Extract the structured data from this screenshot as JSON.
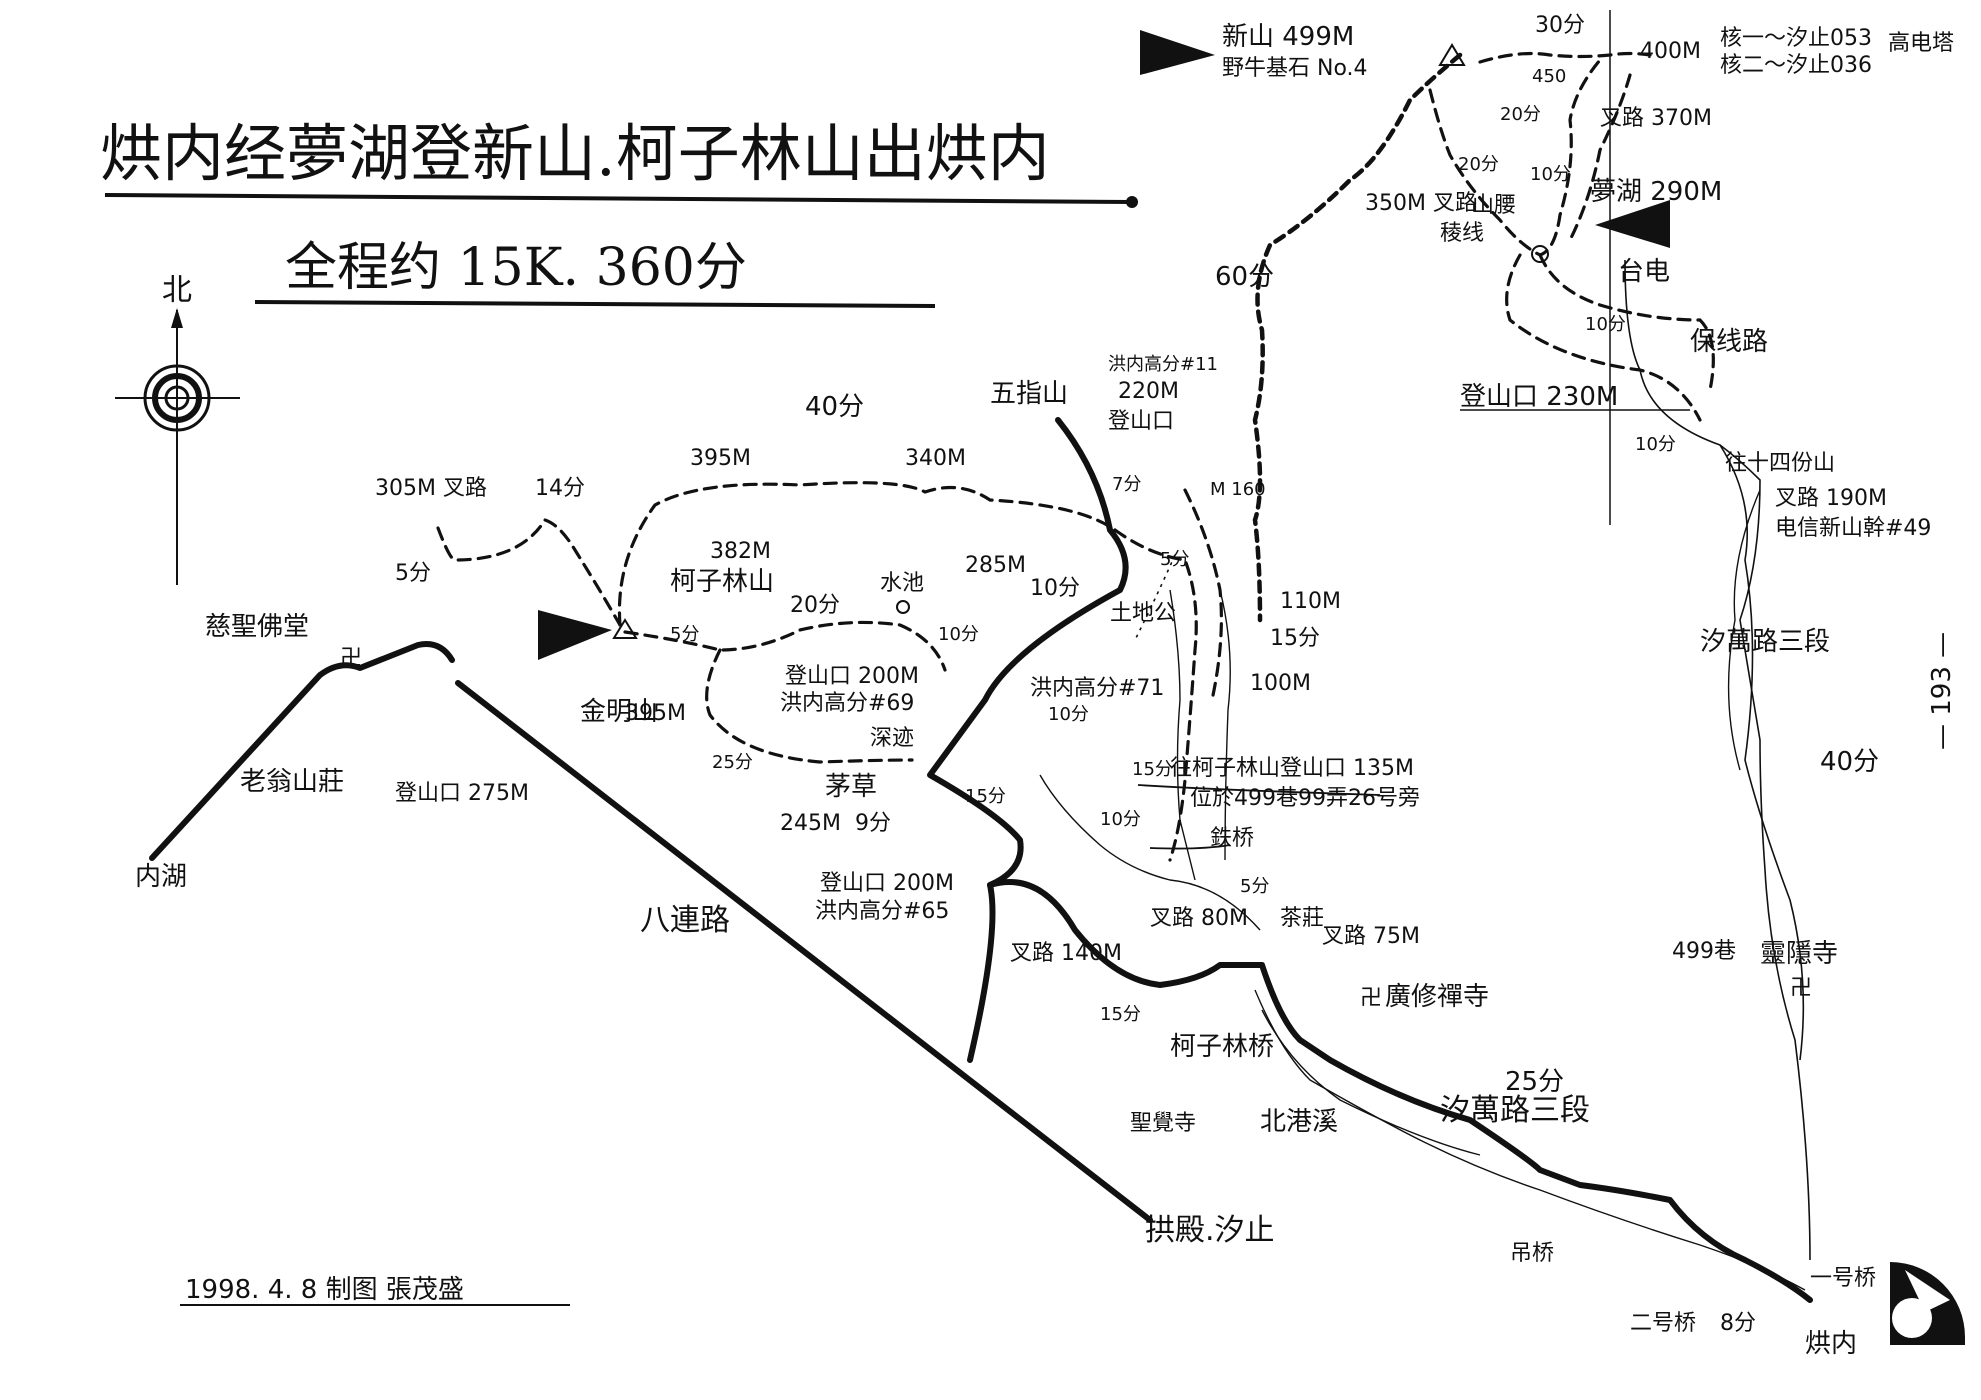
{
  "header": {
    "title": "烘内经夢湖登新山.柯子林山出烘内",
    "subtitle": "全程约 15K. 360分"
  },
  "compass": {
    "north_label": "北"
  },
  "credit": "1998. 4. 8 制图 張茂盛",
  "page_number": "— 193 —",
  "icons": [
    "north-arrow-icon",
    "summit-flag-icon",
    "triangulation-icon",
    "temple-icon",
    "start-end-badge-icon"
  ],
  "labels": {
    "xinshan": "新山 499M",
    "xinshan_stone": "野牛基石 No.4",
    "time_30": "30分",
    "elev_400": "400M",
    "tower_1": "核一～汐止053",
    "tower_2": "核二～汐止036",
    "tower_3": "高电塔",
    "elev_450": "450",
    "junction_370": "叉路 370M",
    "time_20_a": "20分",
    "time_10_a": "10分",
    "time_20_b": "20分",
    "junction_350": "350M 叉路",
    "shanyao": "山腰",
    "jixian": "稜线",
    "menghu": "夢湖 290M",
    "taidian": "台电",
    "baoxianlu": "保线路",
    "time_10_b": "10分",
    "trailhead_230": "登山口 230M",
    "time_10_c": "10分",
    "to_shisifen": "往十四份山",
    "junction_190": "叉路 190M",
    "telecom_post": "电信新山幹#49",
    "time_60": "60分",
    "zhixiao_road": "汐萬路三段",
    "time_40_a": "40分",
    "lane_499": "499巷",
    "lingyin": "靈隱寺",
    "wuzhi": "五指山",
    "post_11": "洪内高分#11",
    "elev_220": "220M",
    "trailhead_a": "登山口",
    "time_7": "7分",
    "elev_160": "M 160",
    "time_5_a": "5分",
    "tudigong": "土地公",
    "elev_110": "110M",
    "time_15_a": "15分",
    "elev_100": "100M",
    "time_40_b": "40分",
    "elev_395_a": "395M",
    "elev_340": "340M",
    "time_14": "14分",
    "junction_305": "305M 叉路",
    "time_5_b": "5分",
    "cisheng": "慈聖佛堂",
    "kezilin": "柯子林山",
    "elev_382": "382M",
    "time_5_c": "5分",
    "time_20_c": "20分",
    "shuichi": "水池",
    "elev_285": "285M",
    "time_10_d": "10分",
    "time_10_e": "10分",
    "jinming": "金明山",
    "elev_395_b": "395M",
    "trailhead_200a": "登山口 200M",
    "post_69": "洪内高分#69",
    "post_71": "洪内高分#71",
    "time_10_f": "10分",
    "time_25_a": "25分",
    "shendu": "深迹",
    "maocao": "茅草",
    "elev_245": "245M",
    "time_9": "9分",
    "time_15_b": "15分",
    "time_15_c": "15分",
    "trailhead_200b": "登山口 200M",
    "post_65": "洪内高分#65",
    "trailhead_275": "登山口 275M",
    "laoweng": "老翁山莊",
    "neihu": "内湖",
    "bailianlu": "八連路",
    "to_kezilin_1": "往柯子林山登山口 135M",
    "to_kezilin_2": "位於499巷99弄26号旁",
    "time_10_g": "10分",
    "tieqiao": "鉄桥",
    "time_5_d": "5分",
    "junction_80": "叉路 80M",
    "chazhuang": "茶莊",
    "junction_75": "叉路 75M",
    "junction_140": "叉路 140M",
    "time_15_d": "15分",
    "kezilin_bridge": "柯子林桥",
    "guangxiu": "廣修禪寺",
    "shengjue": "聖覺寺",
    "time_25_b": "25分",
    "beigang": "北港溪",
    "zhixiao_road_b": "汐萬路三段",
    "diaoqiao": "吊桥",
    "gongdian": "拱殿.汐止",
    "bridge_1": "一号桥",
    "bridge_2": "二号桥",
    "time_8": "8分",
    "hongnei_end": "烘内"
  }
}
